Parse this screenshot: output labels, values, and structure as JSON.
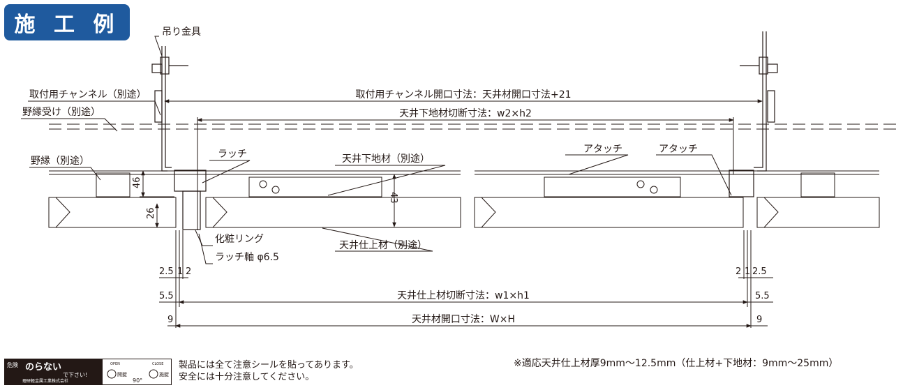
{
  "title": "施 工 例",
  "labels": {
    "hanger": "吊り金具",
    "channel": "取付用チャンネル（別途）",
    "nobuchi_uke": "野縁受け（別途）",
    "nobuchi": "野縁（別途）",
    "latch": "ラッチ",
    "ceiling_base": "天井下地材（別途）",
    "attach1": "アタッチ",
    "attach2": "アタッチ",
    "ring": "化粧リング",
    "latch_shaft": "ラッチ軸 φ6.5",
    "ceiling_finish": "天井仕上材（別途）"
  },
  "dims": {
    "channel_opening": "取付用チャンネル開口寸法：天井材開口寸法+21",
    "base_cut": "天井下地材切断寸法：w2×h2",
    "finish_cut": "天井仕上材切断寸法：w1×h1",
    "ceiling_opening": "天井材開口寸法：W×H",
    "v46": "46",
    "v26": "26",
    "v43": "43",
    "l_25": "2.5",
    "l_1": "1",
    "l_2": "2",
    "r_2": "2",
    "r_1": "1",
    "r_25": "2.5",
    "l_55": "5.5",
    "r_55": "5.5",
    "l_9": "9",
    "r_9": "9"
  },
  "warning": {
    "danger": "危険",
    "main": "のらない",
    "sub": "で下さい!",
    "company": "理研軽金属工業株式会社",
    "open_en": "OPEN",
    "open_jp": "開錠",
    "angle": "90°",
    "close_en": "CLOSE",
    "close_jp": "施錠",
    "line1": "製品には全て注意シールを貼ってあります。",
    "line2": "安全には十分注意してください。"
  },
  "footnote": "※適応天井仕上材厚9mm〜12.5mm（仕上材+下地材：9mm〜25mm）"
}
